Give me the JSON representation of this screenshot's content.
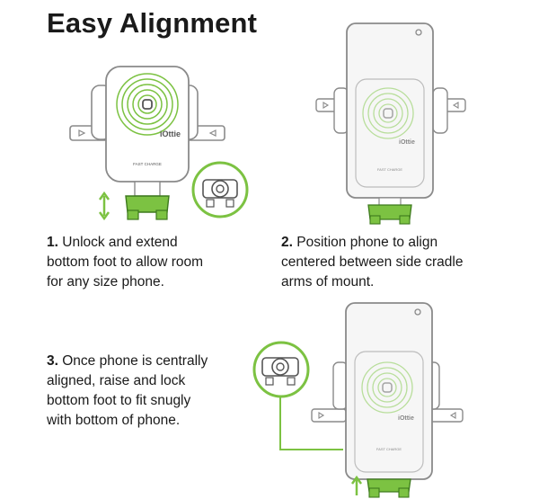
{
  "page": {
    "title": "Easy Alignment"
  },
  "colors": {
    "accent_green": "#7cc242",
    "dark_green": "#3d7a1d",
    "outline": "#8a8a8a",
    "phone_fill": "#f6f6f6"
  },
  "device": {
    "brand": "iOttie",
    "charge_label": "FAST CHARGE"
  },
  "steps": [
    {
      "number": "1.",
      "line1": "Unlock and extend",
      "line2": "bottom foot to allow room",
      "line3": "for any size phone."
    },
    {
      "number": "2.",
      "line1": "Position phone to align",
      "line2": "centered between side cradle",
      "line3": "arms of mount."
    },
    {
      "number": "3.",
      "line1": "Once phone is centrally",
      "line2": "aligned, raise and lock",
      "line3": "bottom foot to fit snugly",
      "line4": "with bottom of phone."
    }
  ],
  "icons": {
    "extend": "up-down-arrow-icon",
    "raise": "up-arrow-icon",
    "detail": "magnifier-circle-icon",
    "camera": "camera-dot-icon"
  }
}
